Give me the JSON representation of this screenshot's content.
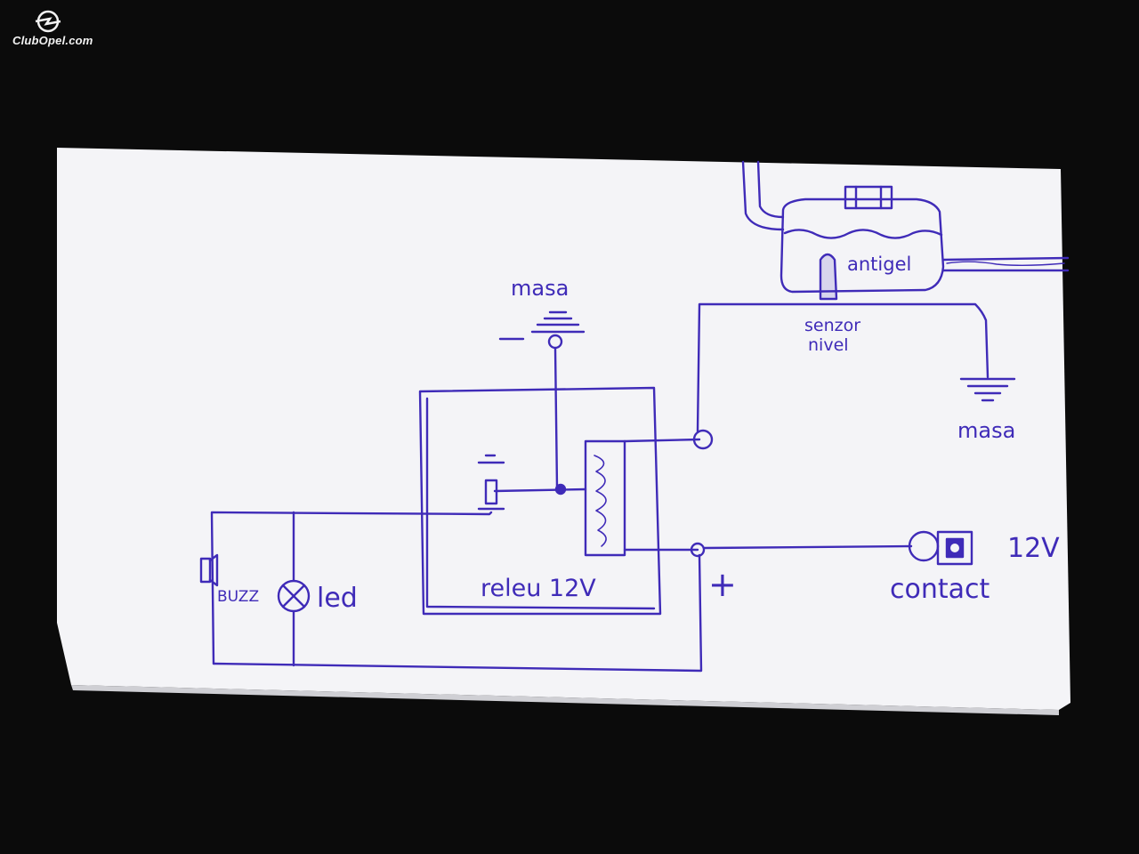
{
  "watermark": {
    "brand": "ClubOpel.com",
    "icon": "opel-logo-icon"
  },
  "diagram": {
    "labels": {
      "ground_top": "masa",
      "minus_sign": "−",
      "antifreeze_tank": "antigel",
      "level_sensor_line1": "senzor",
      "level_sensor_line2": "nivel",
      "ground_right": "masa",
      "relay": "releu 12V",
      "plus_sign": "+",
      "supply_voltage": "12V",
      "ignition": "contact",
      "buzzer": "BUZZ",
      "led": "led"
    },
    "colors": {
      "ink": "#3f2bb8",
      "paper": "#f4f4f6",
      "background": "#0b0b0b"
    }
  }
}
